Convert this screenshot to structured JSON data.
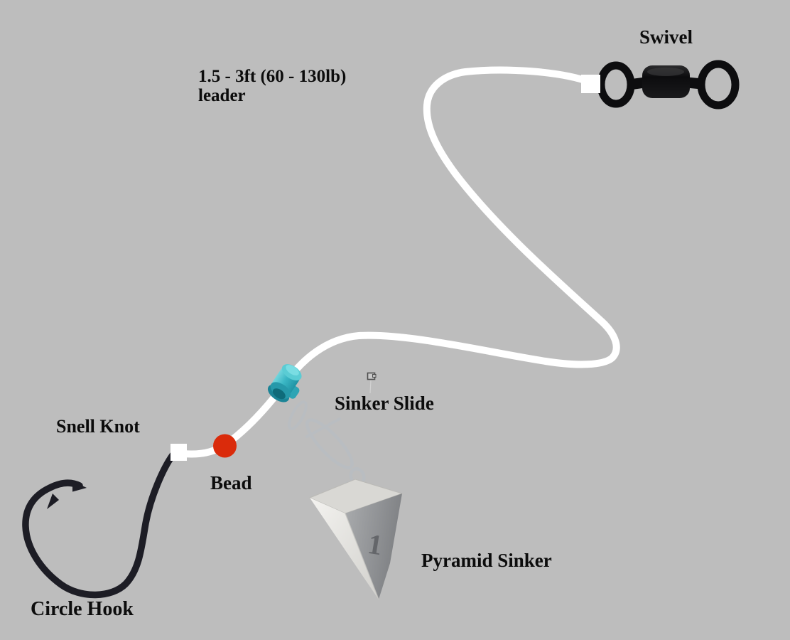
{
  "labels": {
    "swivel": "Swivel",
    "leader": "1.5 - 3ft (60 - 130lb)\nleader",
    "sinker_slide": "Sinker Slide",
    "snell_knot": "Snell Knot",
    "bead": "Bead",
    "pyramid_sinker": "Pyramid Sinker",
    "circle_hook": "Circle Hook",
    "sinker_weight": "1"
  },
  "colors": {
    "background": "#bdbdbd",
    "leader": "#ffffff",
    "bead": "#da2b0b",
    "slide": "#3ab6c4",
    "slide_dark": "#1b8496",
    "hook": "#1d1d25",
    "swivel": "#0d0d0f",
    "wire": "#b9bdc1",
    "sinker_light": "#e9e9e6",
    "sinker_dark": "#97999c",
    "text": "#0c0c0c"
  },
  "parts": [
    {
      "name": "swivel",
      "label": "Swivel"
    },
    {
      "name": "leader-line",
      "label": "1.5 - 3ft (60 - 130lb) leader"
    },
    {
      "name": "sinker-slide",
      "label": "Sinker Slide"
    },
    {
      "name": "pyramid-sinker",
      "label": "Pyramid Sinker",
      "weight_marking": "1"
    },
    {
      "name": "bead",
      "label": "Bead"
    },
    {
      "name": "snell-knot",
      "label": "Snell Knot"
    },
    {
      "name": "circle-hook",
      "label": "Circle Hook"
    }
  ]
}
